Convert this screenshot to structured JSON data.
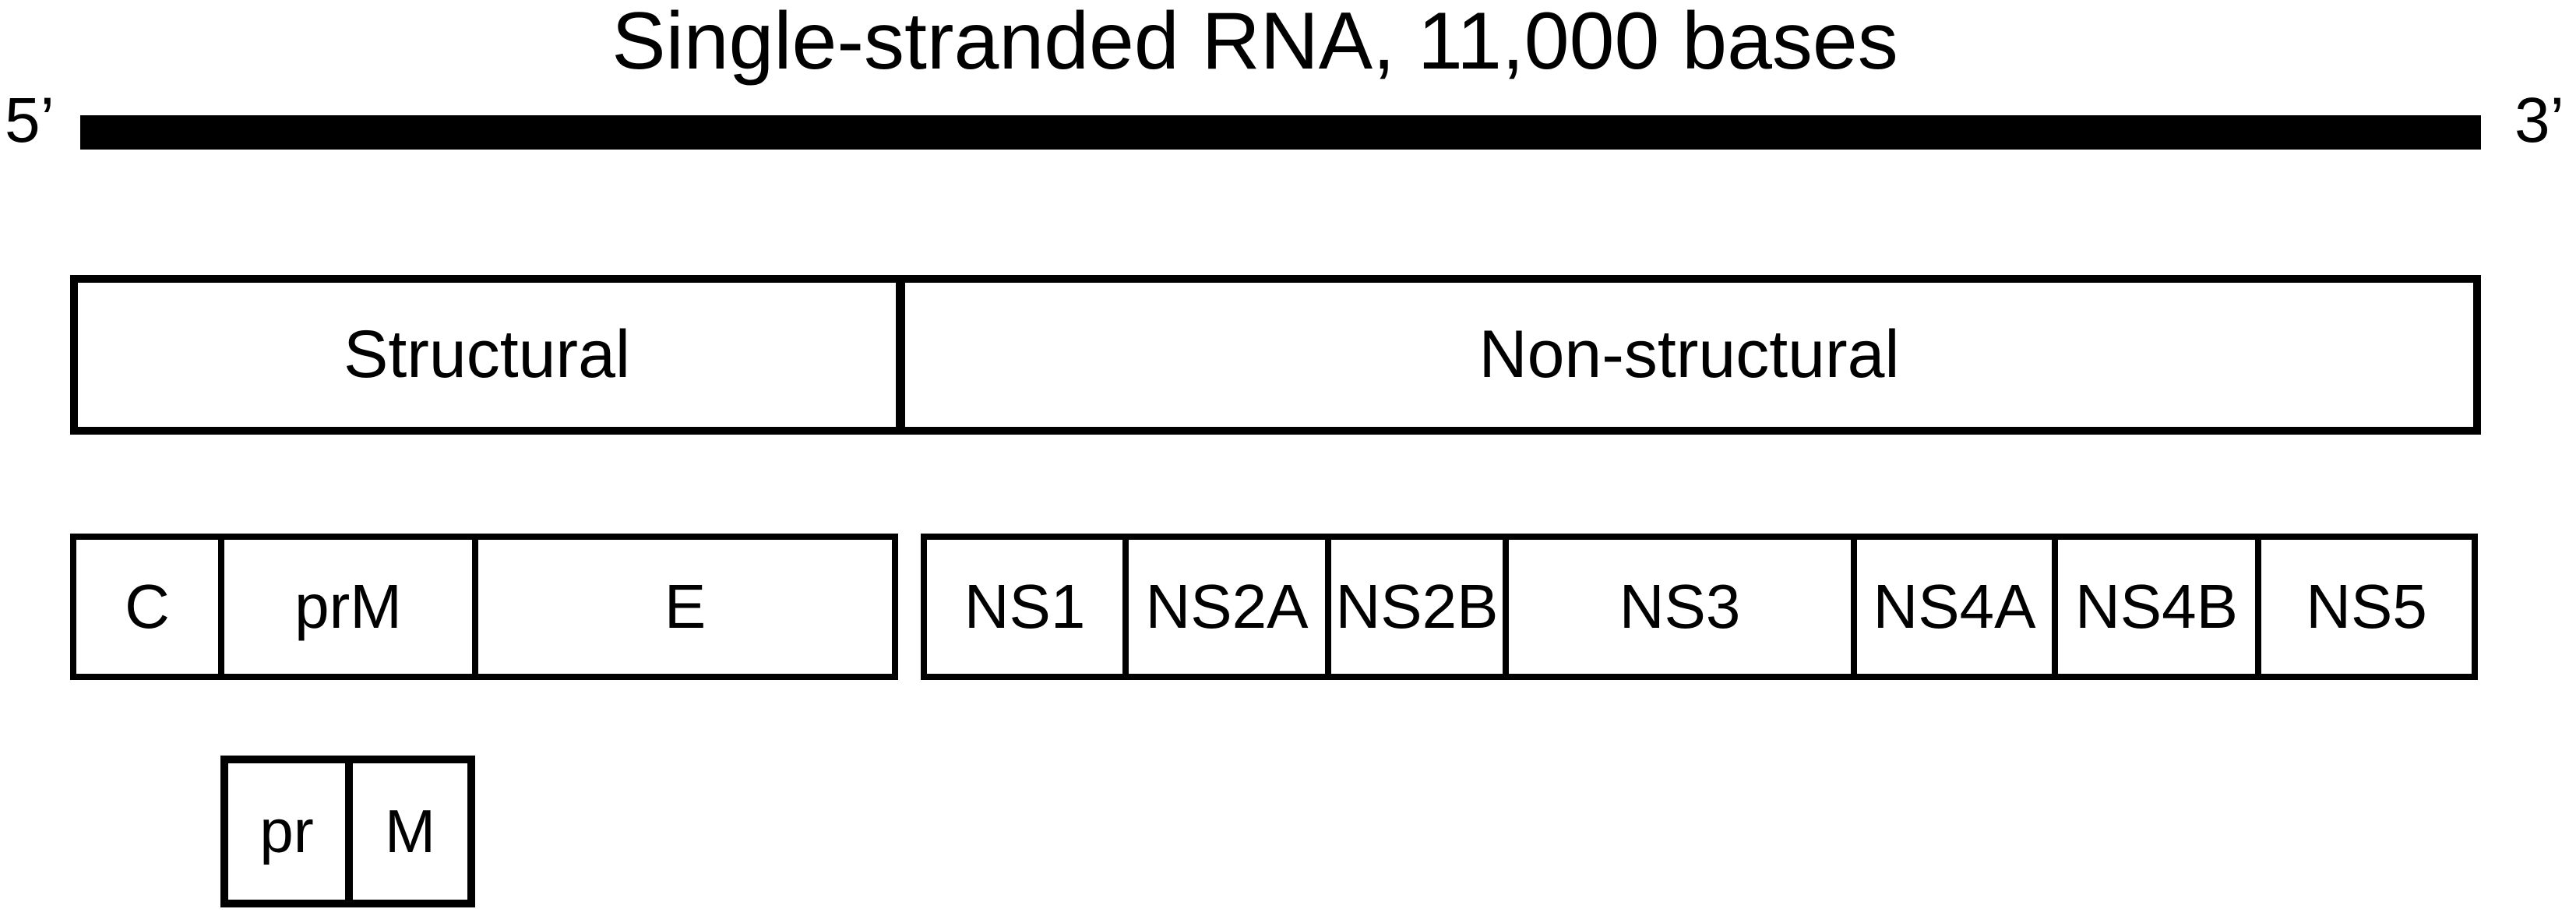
{
  "title": "Single-stranded RNA, 11,000 bases",
  "strand_bar": {
    "five_prime_label": "5’",
    "three_prime_label": "3’"
  },
  "region_box": {
    "structural_label": "Structural",
    "non_structural_label": "Non-structural"
  },
  "gene_row": {
    "structural_genes": [
      {
        "label": "C"
      },
      {
        "label": "prM"
      },
      {
        "label": "E"
      }
    ],
    "non_structural_genes": [
      {
        "label": "NS1"
      },
      {
        "label": "NS2A"
      },
      {
        "label": "NS2B"
      },
      {
        "label": "NS3"
      },
      {
        "label": "NS4A"
      },
      {
        "label": "NS4B"
      },
      {
        "label": "NS5"
      }
    ]
  },
  "prm_sub_box": {
    "segments": [
      {
        "label": "pr"
      },
      {
        "label": "M"
      }
    ]
  },
  "colors": {
    "ink": "#000000",
    "background": "#ffffff"
  }
}
